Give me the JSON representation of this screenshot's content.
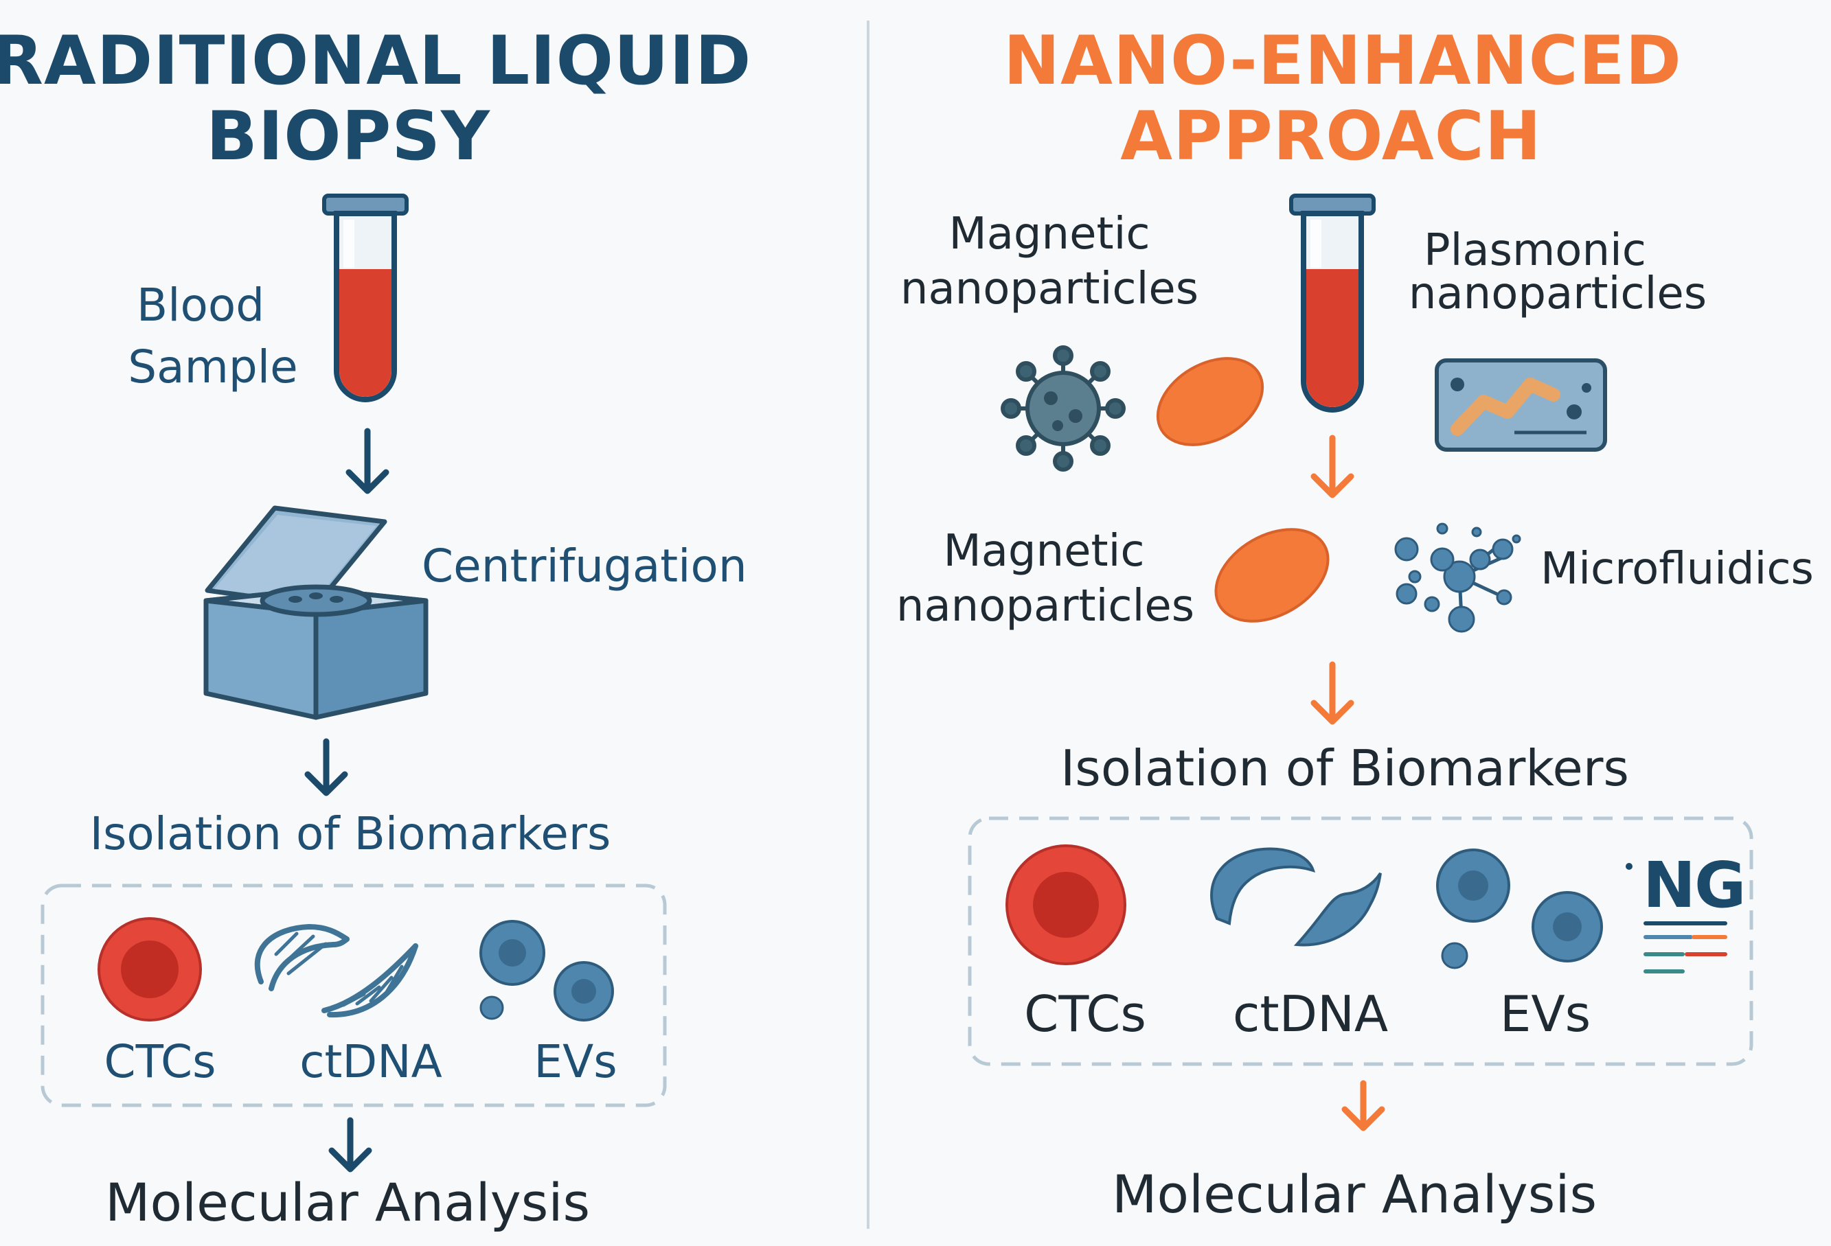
{
  "left": {
    "title_line1": "TRADITIONAL LIQUID",
    "title_line2": "BIOPSY",
    "sample_line1": "Blood",
    "sample_line2": "Sample",
    "centrifugation": "Centrifugation",
    "isolation": "Isolation of Biomarkers",
    "biomarkers": [
      "CTCs",
      "ctDNA",
      "EVs"
    ],
    "analysis": "Molecular Analysis"
  },
  "right": {
    "title_line1": "NANO-ENHANCED",
    "title_line2": "APPROACH",
    "magnetic_top_line1": "Magnetic",
    "magnetic_top_line2": "nanoparticles",
    "plasmonic_line1": "Plasmonic",
    "plasmonic_line2": "nanoparticles",
    "magnetic_mid_line1": "Magnetic",
    "magnetic_mid_line2": "nanoparticles",
    "microfluidics": "Microfluidics",
    "isolation": "Isolation of Biomarkers",
    "biomarkers": [
      "CTCs",
      "ctDNA",
      "EVs"
    ],
    "ngs_mark": "NG",
    "analysis": "Molecular Analysis"
  },
  "colors": {
    "traditional": "#1c4a6a",
    "nano": "#f47a3a",
    "blood": "#d9412e",
    "particle": "#4f86ad",
    "device": "#7ba7c8"
  }
}
